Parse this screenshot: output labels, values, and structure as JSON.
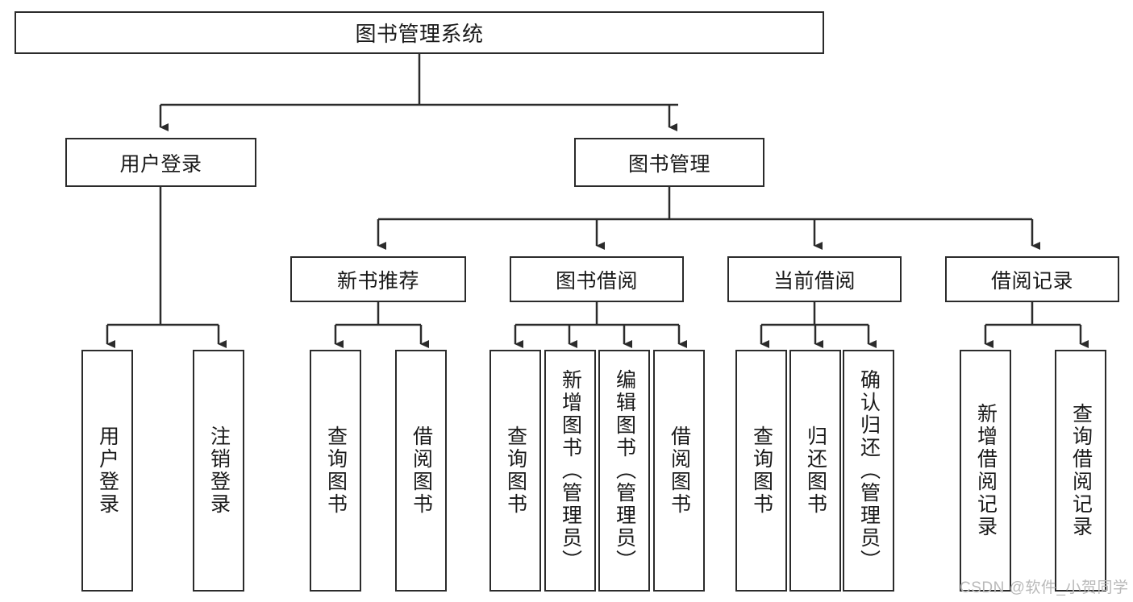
{
  "diagram": {
    "title": "图书管理系统",
    "type": "tree",
    "watermark": "CSDN @软件_小贺同学",
    "colors": {
      "box_border": "#2b2b2b",
      "box_fill": "#ffffff",
      "connector": "#2b2b2b",
      "text": "#1a1a1a",
      "watermark": "#b9b9b9",
      "background": "#ffffff"
    },
    "nodes": {
      "root": {
        "label": "图书管理系统"
      },
      "level2": [
        {
          "id": "user-login",
          "label": "用户登录"
        },
        {
          "id": "book-manage",
          "label": "图书管理"
        }
      ],
      "level3": [
        {
          "id": "new-book-recommend",
          "label": "新书推荐"
        },
        {
          "id": "book-borrow",
          "label": "图书借阅"
        },
        {
          "id": "current-borrow",
          "label": "当前借阅"
        },
        {
          "id": "borrow-record",
          "label": "借阅记录"
        }
      ],
      "leaves": {
        "user_login": [
          {
            "id": "leaf-user-login",
            "label": "用户登录"
          },
          {
            "id": "leaf-logout",
            "label": "注销登录"
          }
        ],
        "new_book_recommend": [
          {
            "id": "leaf-query-book-1",
            "label": "查询图书"
          },
          {
            "id": "leaf-borrow-book-1",
            "label": "借阅图书"
          }
        ],
        "book_borrow": [
          {
            "id": "leaf-query-book-2",
            "label": "查询图书"
          },
          {
            "id": "leaf-add-book",
            "label": "新增图书（管理员）"
          },
          {
            "id": "leaf-edit-book",
            "label": "编辑图书（管理员）"
          },
          {
            "id": "leaf-borrow-book-2",
            "label": "借阅图书"
          }
        ],
        "current_borrow": [
          {
            "id": "leaf-query-book-3",
            "label": "查询图书"
          },
          {
            "id": "leaf-return-book",
            "label": "归还图书"
          },
          {
            "id": "leaf-confirm-return",
            "label": "确认归还（管理员）"
          }
        ],
        "borrow_record": [
          {
            "id": "leaf-add-record",
            "label": "新增借阅记录"
          },
          {
            "id": "leaf-query-record",
            "label": "查询借阅记录"
          }
        ]
      }
    }
  }
}
